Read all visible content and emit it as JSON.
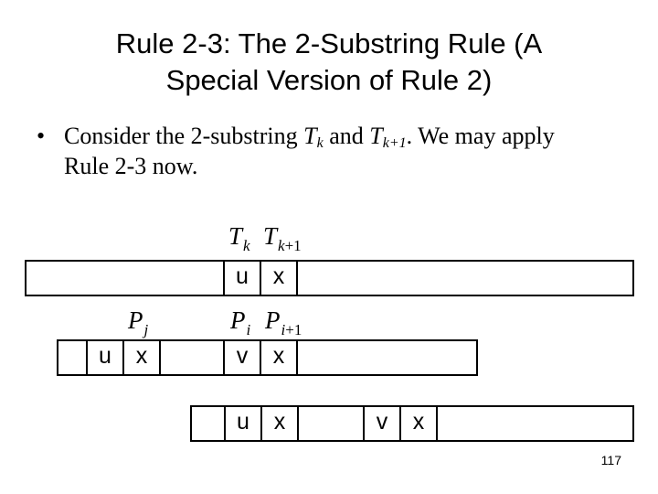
{
  "title": {
    "line1": "Rule 2-3: The 2-Substring Rule (A",
    "line2": "Special Version of Rule 2)"
  },
  "bullet": {
    "symbol": "•",
    "part1": "Consider the 2-substring ",
    "t_k_base": "T",
    "t_k_sub": "k",
    "part2": " and ",
    "t_k1_base": "T",
    "t_k1_sub": "k+1",
    "part3": ".  We may apply",
    "line2": "Rule 2-3 now."
  },
  "labels": {
    "tk_base": "T",
    "tk_sub": "k",
    "tk1_base": "T",
    "tk1_sub_var": "k",
    "tk1_sub_num": "+1",
    "pj_base": "P",
    "pj_sub": "j",
    "pi_base": "P",
    "pi_sub": "i",
    "pi1_base": "P",
    "pi1_sub_var": "i",
    "pi1_sub_num": "+1"
  },
  "rows": {
    "text_row": {
      "cell1": "u",
      "cell2": "x"
    },
    "pattern_left": {
      "cell1": "u",
      "cell2": "x"
    },
    "pattern_right": {
      "cell1": "v",
      "cell2": "x"
    },
    "bottom_row": {
      "cell1": "u",
      "cell2": "x",
      "cell3": "v",
      "cell4": "x"
    }
  },
  "page_number": "117"
}
